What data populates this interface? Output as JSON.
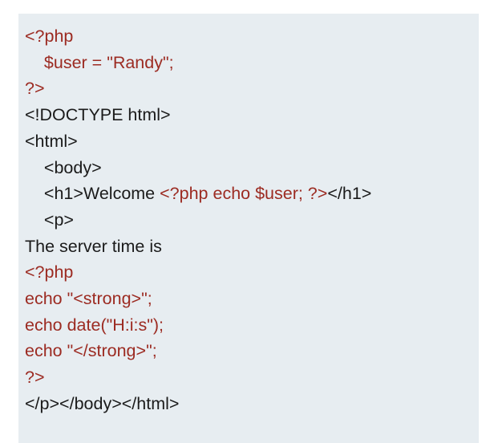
{
  "panel": {
    "background_color": "#e7edf1",
    "page_background_color": "#ffffff"
  },
  "colors": {
    "php_red": "#9c2b22",
    "html_black": "#1b1b1b"
  },
  "code": {
    "language": "php-html",
    "lines": [
      {
        "indent": "",
        "segments": [
          {
            "kind": "php",
            "text": "<?php"
          }
        ]
      },
      {
        "indent": "    ",
        "segments": [
          {
            "kind": "php",
            "text": "$user = \"Randy\";"
          }
        ]
      },
      {
        "indent": "",
        "segments": [
          {
            "kind": "php",
            "text": "?>"
          }
        ]
      },
      {
        "indent": "",
        "segments": [
          {
            "kind": "html",
            "text": "<!DOCTYPE html>"
          }
        ]
      },
      {
        "indent": "",
        "segments": [
          {
            "kind": "html",
            "text": "<html>"
          }
        ]
      },
      {
        "indent": "    ",
        "segments": [
          {
            "kind": "html",
            "text": "<body>"
          }
        ]
      },
      {
        "indent": "    ",
        "segments": [
          {
            "kind": "html",
            "text": "<h1>Welcome "
          },
          {
            "kind": "php",
            "text": "<?php echo $user; ?>"
          },
          {
            "kind": "html",
            "text": "</h1>"
          }
        ]
      },
      {
        "indent": "    ",
        "segments": [
          {
            "kind": "html",
            "text": "<p>"
          }
        ]
      },
      {
        "indent": "",
        "segments": [
          {
            "kind": "html",
            "text": "The server time is"
          }
        ]
      },
      {
        "indent": "",
        "segments": [
          {
            "kind": "php",
            "text": "<?php"
          }
        ]
      },
      {
        "indent": "",
        "segments": [
          {
            "kind": "php",
            "text": "echo \"<strong>\";"
          }
        ]
      },
      {
        "indent": "",
        "segments": [
          {
            "kind": "php",
            "text": "echo date(\"H:i:s\");"
          }
        ]
      },
      {
        "indent": "",
        "segments": [
          {
            "kind": "php",
            "text": "echo \"</strong>\";"
          }
        ]
      },
      {
        "indent": "",
        "segments": [
          {
            "kind": "php",
            "text": "?>"
          }
        ]
      },
      {
        "indent": "",
        "segments": [
          {
            "kind": "html",
            "text": "</p></body></html>"
          }
        ]
      }
    ]
  }
}
